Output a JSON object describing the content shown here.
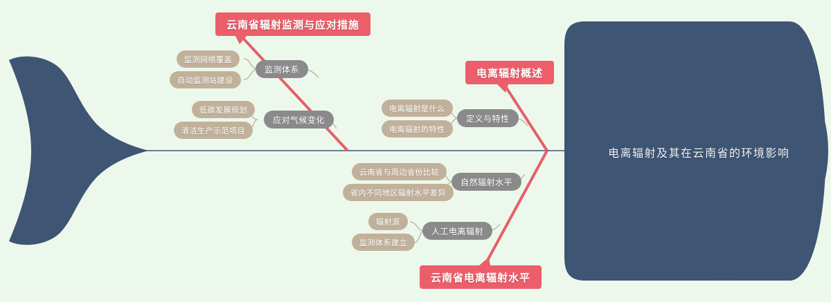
{
  "diagram": {
    "type": "fishbone",
    "background_color": "#edf8ec",
    "fish_color": "#3f5574",
    "spine_color": "#3f5574",
    "category_color": "#ec5f6a",
    "branch_node_color": "#8a8a8a",
    "leaf_node_color": "#c1b19b",
    "connector_color": "#b9b0a0",
    "title": "电离辐射及其在云南省的环境影响"
  },
  "categories": [
    {
      "label": "云南省辐射监测与应对措施",
      "side": "top-left",
      "branches": [
        {
          "label": "监测体系",
          "leaves": [
            "监测网络覆盖",
            "自动监测站建设"
          ]
        },
        {
          "label": "应对气候变化",
          "leaves": [
            "低碳发展规划",
            "清洁生产示范项目"
          ]
        }
      ]
    },
    {
      "label": "电离辐射概述",
      "side": "top-right",
      "branches": [
        {
          "label": "定义与特性",
          "leaves": [
            "电离辐射是什么",
            "电离辐射的特性"
          ]
        }
      ]
    },
    {
      "label": "云南省电离辐射水平",
      "side": "bottom-right",
      "branches": [
        {
          "label": "自然辐射水平",
          "leaves": [
            "云南省与周边省份比较",
            "省内不同地区辐射水平差异"
          ]
        },
        {
          "label": "人工电离辐射",
          "leaves": [
            "辐射源",
            "监测体系建立"
          ]
        }
      ]
    }
  ]
}
